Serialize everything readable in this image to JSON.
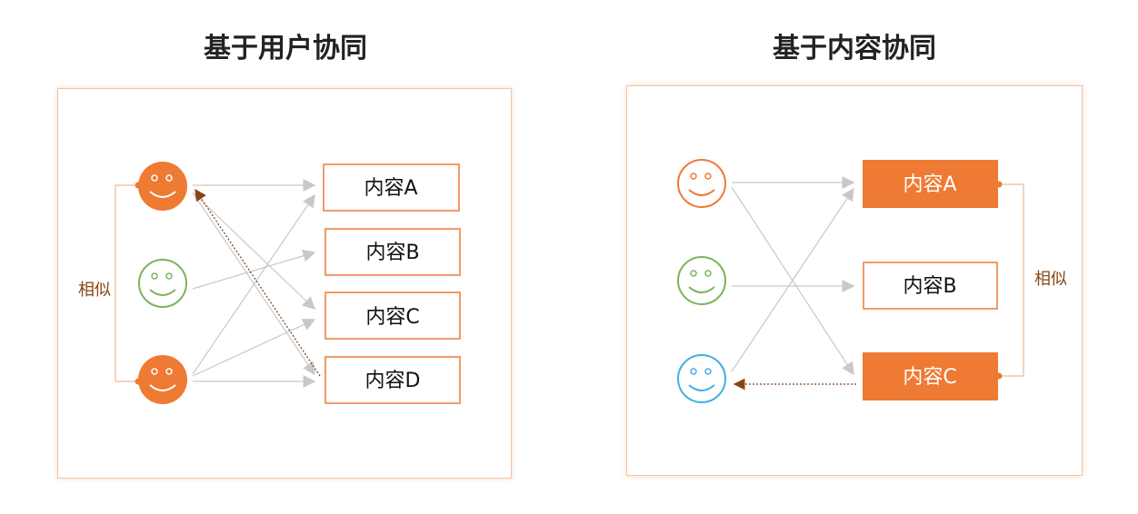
{
  "left": {
    "title": "基于用户协同",
    "similar_label": "相似",
    "contents": [
      "内容A",
      "内容B",
      "内容C",
      "内容D"
    ]
  },
  "right": {
    "title": "基于内容协同",
    "similar_label": "相似",
    "contents": [
      "内容A",
      "内容B",
      "内容C"
    ]
  },
  "colors": {
    "orange": "#ee7a33",
    "green": "#7cb45a",
    "blue": "#3fb1e2",
    "arrow_gray": "#c8c8c8",
    "brown": "#8b4513",
    "bracket": "#f0b896"
  }
}
